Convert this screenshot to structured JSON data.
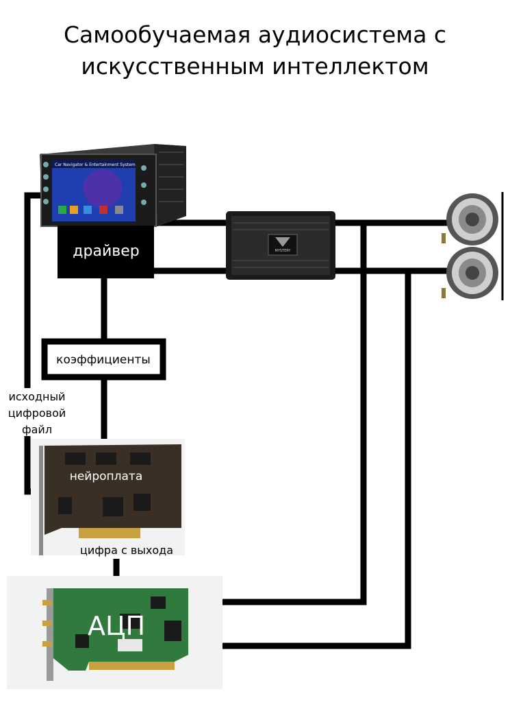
{
  "title": {
    "line1": "Самообучаемая аудиосистема с",
    "line2": "искусственным интеллектом"
  },
  "nodes": {
    "driver": "драйвер",
    "coefficients": "коэффициенты",
    "neuro_board": "нейроплата",
    "adc": "АЦП"
  },
  "edge_labels": {
    "source_file_line1": "исходный",
    "source_file_line2": "цифровой",
    "source_file_line3": "файл",
    "output_digits": "цифра с выхода"
  },
  "devices": {
    "head_unit_screen_text": "Car Navigator & Entertainment System",
    "amplifier_brand": "MYSTERY"
  },
  "colors": {
    "line": "#000000",
    "pcb_green": "#2f7a3c",
    "pcb_dark": "#3a2f24",
    "screen_blue": "#1f3fb0"
  }
}
